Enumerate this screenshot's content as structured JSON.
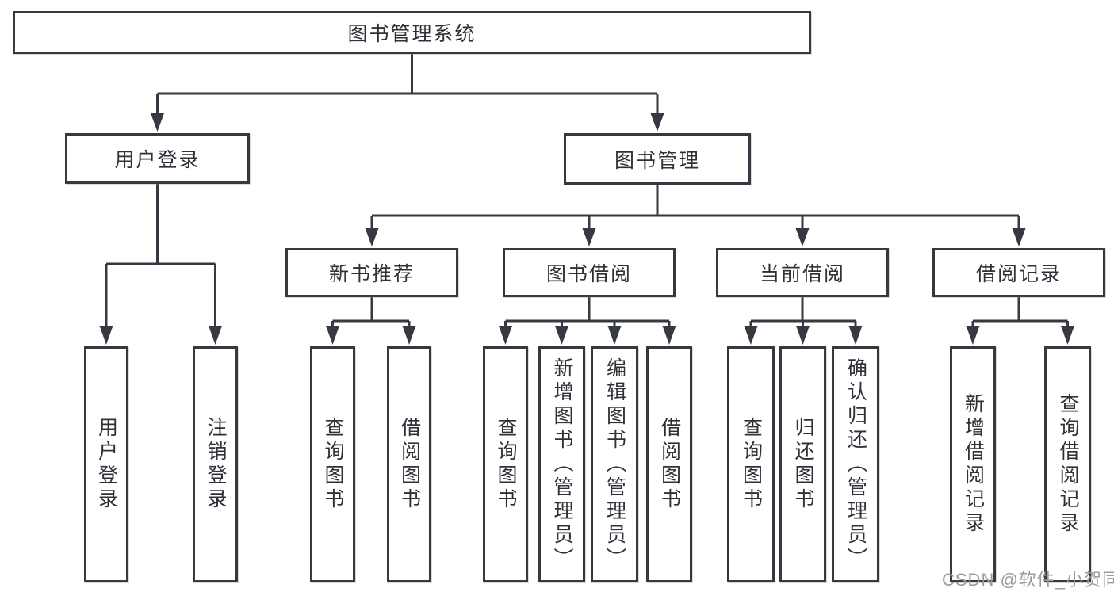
{
  "diagram_title": "图书管理系统",
  "nodes": {
    "root": {
      "label": "图书管理系统"
    },
    "user_login": {
      "label": "用户登录"
    },
    "book_management": {
      "label": "图书管理"
    },
    "new_book_recommend": {
      "label": "新书推荐"
    },
    "book_borrow": {
      "label": "图书借阅"
    },
    "current_borrow": {
      "label": "当前借阅"
    },
    "borrow_record": {
      "label": "借阅记录"
    },
    "leaf_user_login": {
      "label": "用户登录"
    },
    "leaf_logout": {
      "label": "注销登录"
    },
    "leaf_query_book_recommend": {
      "label": "查询图书"
    },
    "leaf_borrow_book_recommend": {
      "label": "借阅图书"
    },
    "leaf_query_book_borrow": {
      "label": "查询图书"
    },
    "leaf_add_book_admin": {
      "label": "新增图书（管理员）"
    },
    "leaf_edit_book_admin": {
      "label": "编辑图书（管理员）"
    },
    "leaf_borrow_book_borrow": {
      "label": "借阅图书"
    },
    "leaf_query_book_current": {
      "label": "查询图书"
    },
    "leaf_return_book": {
      "label": "归还图书"
    },
    "leaf_confirm_return_admin": {
      "label": "确认归还（管理员）"
    },
    "leaf_add_borrow_record": {
      "label": "新增借阅记录"
    },
    "leaf_query_borrow_record": {
      "label": "查询借阅记录"
    }
  },
  "hierarchy": {
    "图书管理系统": {
      "用户登录": [
        "用户登录",
        "注销登录"
      ],
      "图书管理": {
        "新书推荐": [
          "查询图书",
          "借阅图书"
        ],
        "图书借阅": [
          "查询图书",
          "新增图书（管理员）",
          "编辑图书（管理员）",
          "借阅图书"
        ],
        "当前借阅": [
          "查询图书",
          "归还图书",
          "确认归还（管理员）"
        ],
        "借阅记录": [
          "新增借阅记录",
          "查询借阅记录"
        ]
      }
    }
  },
  "watermark": {
    "text": "CSDN @软件_小贺同学"
  },
  "colors": {
    "line": "#36393f",
    "text": "#2e3138",
    "box_background": "#ffffff",
    "watermark": "#9b9b9b"
  }
}
